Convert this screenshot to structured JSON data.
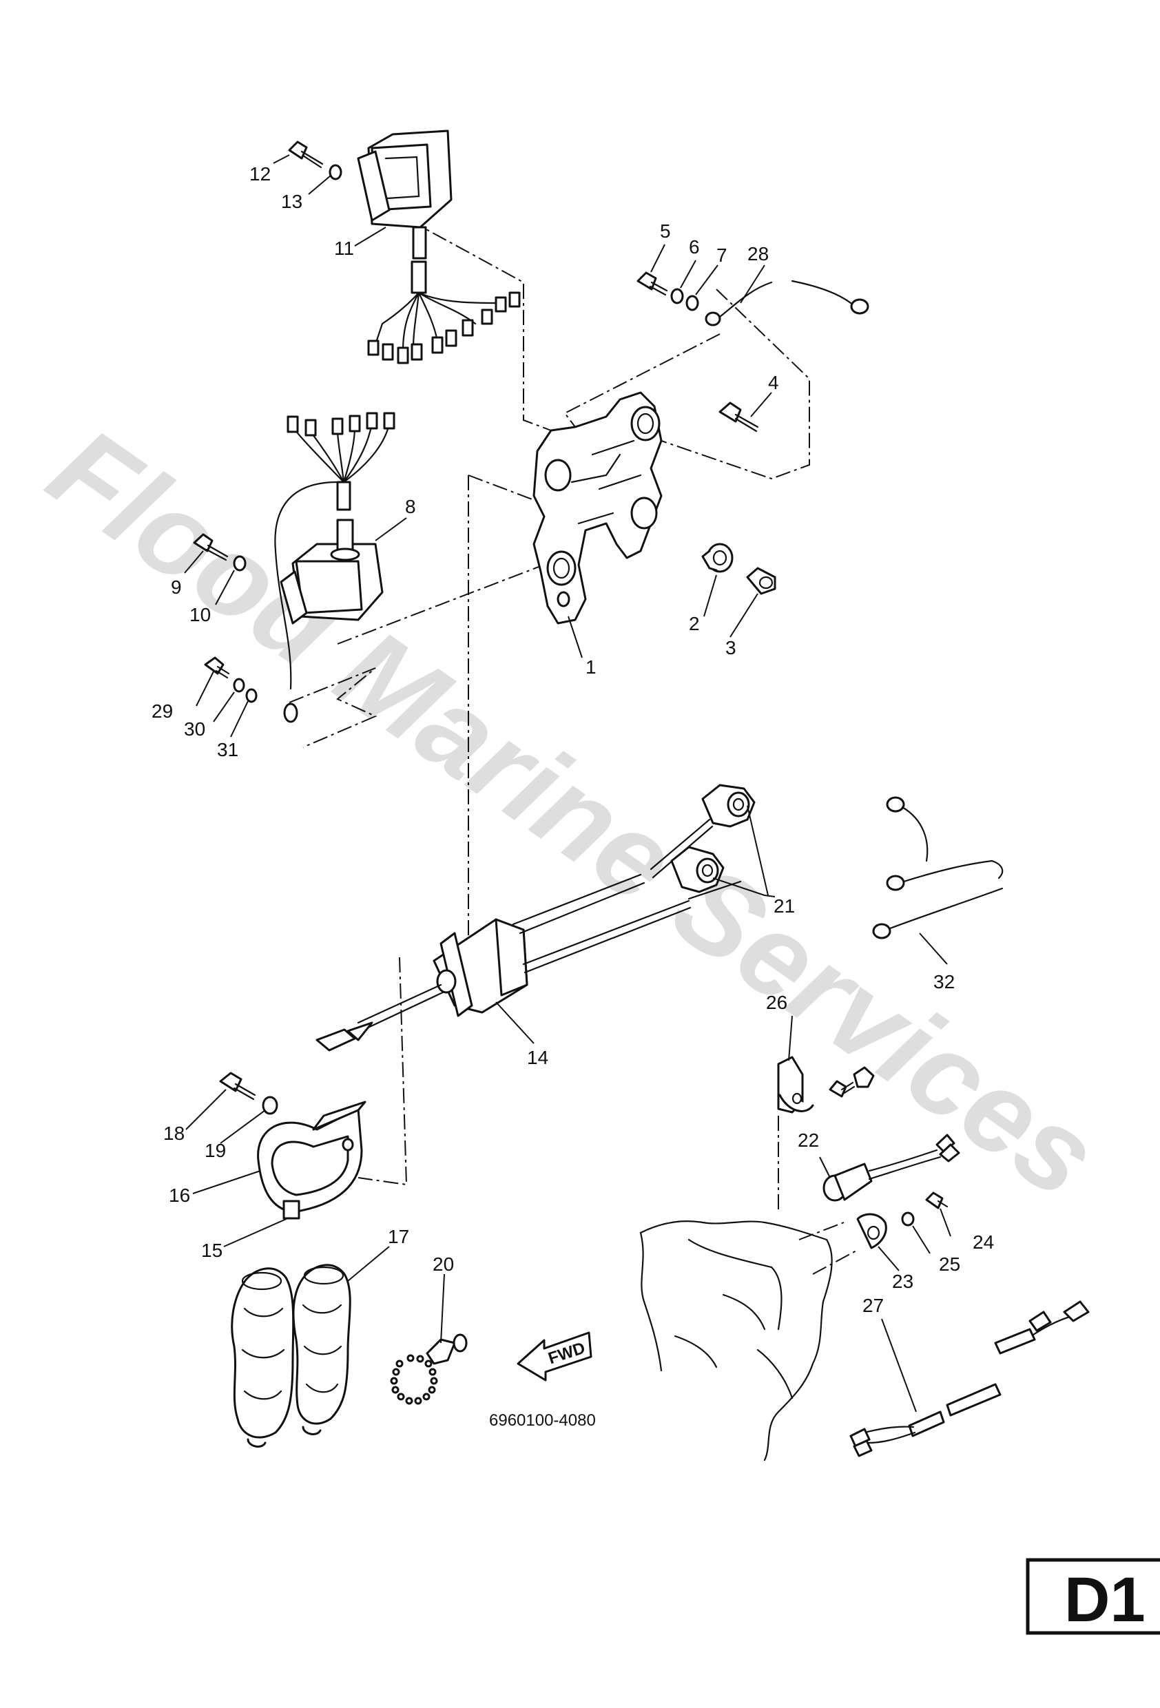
{
  "watermark": "Flood Marine Services",
  "diagram_code": "6960100-4080",
  "page_id": "D1",
  "fwd_label": "FWD",
  "part_numbers": [
    "1",
    "2",
    "3",
    "4",
    "5",
    "6",
    "7",
    "8",
    "9",
    "10",
    "11",
    "12",
    "13",
    "14",
    "15",
    "16",
    "17",
    "18",
    "19",
    "20",
    "21",
    "22",
    "23",
    "24",
    "25",
    "26",
    "27",
    "28",
    "29",
    "30",
    "31",
    "32"
  ]
}
